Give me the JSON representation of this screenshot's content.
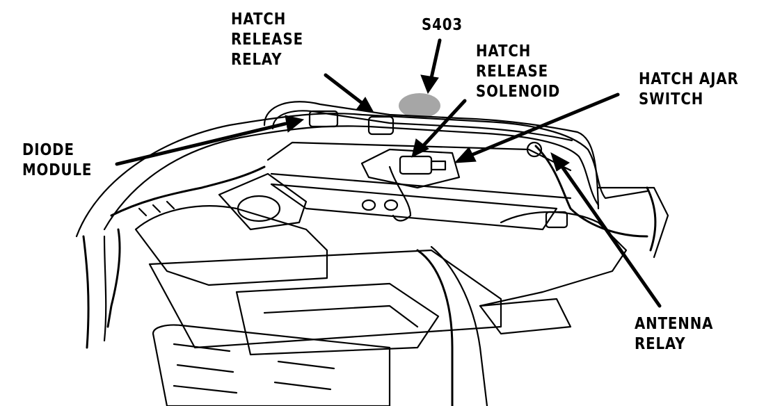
{
  "diagram": {
    "labels": {
      "hatch_release_relay": "HATCH\nRELEASE\nRELAY",
      "s403": "S403",
      "hatch_release_solenoid": "HATCH\nRELEASE\nSOLENOID",
      "hatch_ajar_switch": "HATCH AJAR\nSWITCH",
      "diode_module": "DIODE\nMODULE",
      "antenna_relay": "ANTENNA\nRELAY"
    },
    "colors": {
      "ink": "#000000",
      "paper": "#ffffff"
    }
  }
}
